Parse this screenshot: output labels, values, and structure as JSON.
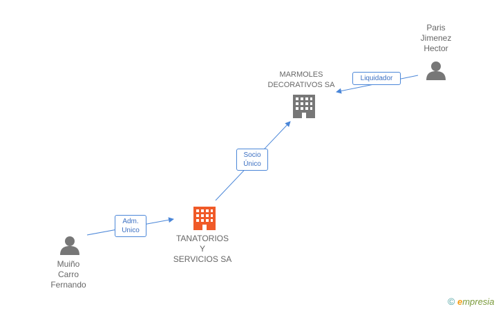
{
  "nodes": {
    "marmoles": {
      "name_line1": "MARMOLES",
      "name_line2": "DECORATIVOS SA"
    },
    "tanatorios": {
      "name_line1": "TANATORIOS",
      "name_line2": "Y",
      "name_line3": "SERVICIOS SA"
    },
    "paris": {
      "name_line1": "Paris",
      "name_line2": "Jimenez",
      "name_line3": "Hector"
    },
    "muino": {
      "name_line1": "Muiño",
      "name_line2": "Carro",
      "name_line3": "Fernando"
    }
  },
  "relations": {
    "liquidador": {
      "line1": "Liquidador"
    },
    "socio": {
      "line1": "Socio",
      "line2": "Único"
    },
    "adm": {
      "line1": "Adm.",
      "line2": "Unico"
    }
  },
  "colors": {
    "company_main": "#f05a28",
    "company_other": "#777777",
    "person": "#777777",
    "edge": "#4a86d8"
  },
  "logo": {
    "copyright": "©",
    "brand_initial": "e",
    "brand_rest": "mpresia"
  }
}
